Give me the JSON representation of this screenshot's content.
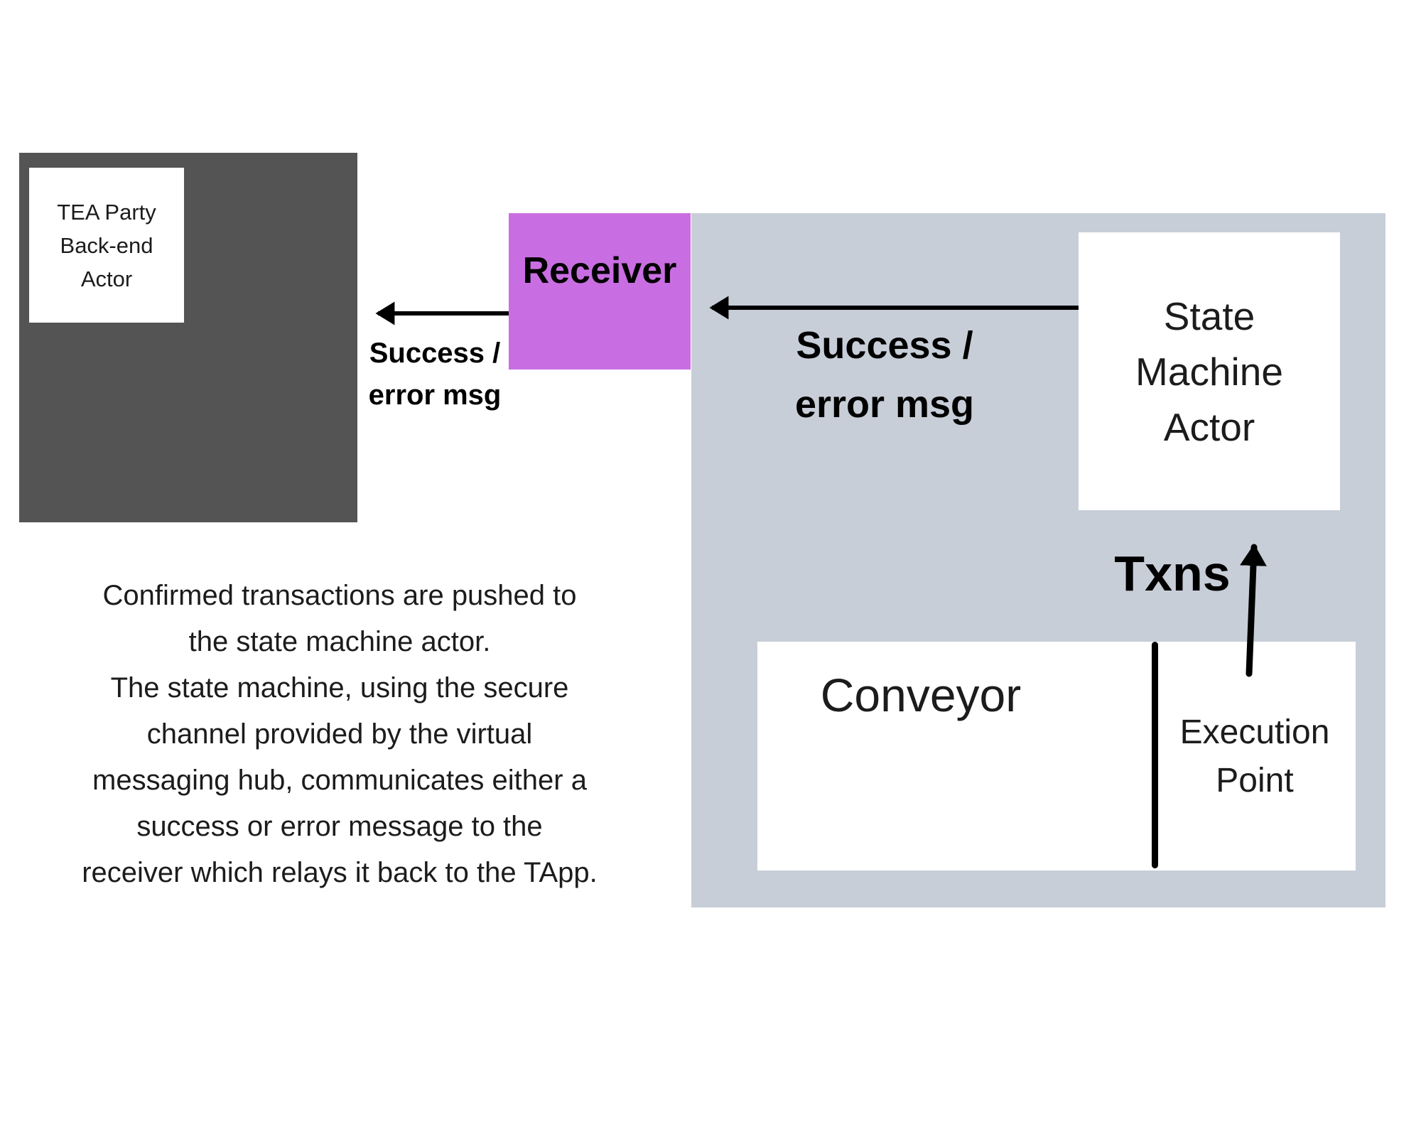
{
  "colors": {
    "dark_panel": "#545454",
    "hub_panel": "#c8ced8",
    "receiver": "#c96ee2",
    "arrow": "#000000",
    "text": "#1c1c1c"
  },
  "tapp_box": {
    "lines": [
      "TEA Party",
      "Back-end",
      "Actor"
    ]
  },
  "receiver": {
    "label": "Receiver"
  },
  "state_machine": {
    "lines": [
      "State",
      "Machine",
      "Actor"
    ]
  },
  "conveyor": {
    "label": "Conveyor"
  },
  "execution_point": {
    "lines": [
      "Execution",
      "Point"
    ]
  },
  "txns": {
    "label": "Txns"
  },
  "messages": {
    "left": {
      "lines": [
        "Success /",
        "error msg"
      ]
    },
    "right": {
      "lines": [
        "Success /",
        "error msg"
      ]
    }
  },
  "description": {
    "lines": [
      "Confirmed transactions are pushed to",
      "the state machine actor.",
      "The state machine, using the secure",
      "channel provided by the virtual",
      "messaging hub, communicates either a",
      "success or error message to the",
      "receiver which relays it back to the TApp."
    ]
  }
}
